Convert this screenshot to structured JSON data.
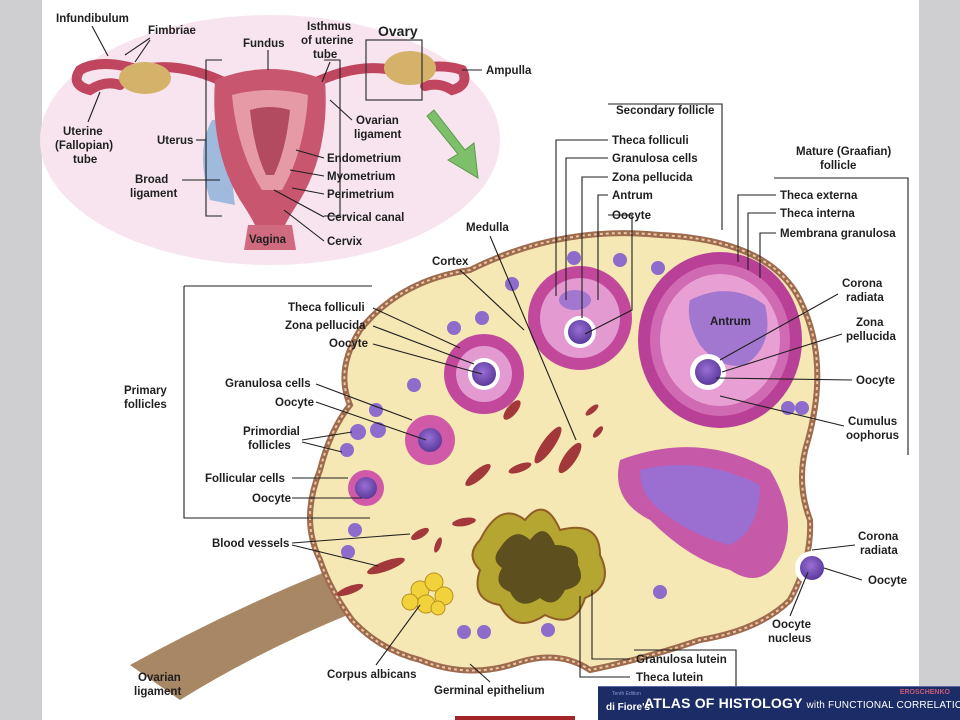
{
  "uterus_labels": {
    "infundibulum": "Infundibulum",
    "fimbriae": "Fimbriae",
    "fundus": "Fundus",
    "isthmus_line1": "Isthmus",
    "isthmus_line2": "of uterine",
    "isthmus_line3": "tube",
    "ovary": "Ovary",
    "ampulla": "Ampulla",
    "uterine_tube_line1": "Uterine",
    "uterine_tube_line2": "(Fallopian)",
    "uterine_tube_line3": "tube",
    "uterus": "Uterus",
    "broad_ligament_line1": "Broad",
    "broad_ligament_line2": "ligament",
    "ovarian_ligament_line1": "Ovarian",
    "ovarian_ligament_line2": "ligament",
    "endometrium": "Endometrium",
    "myometrium": "Myometrium",
    "perimetrium": "Perimetrium",
    "cervical_canal": "Cervical canal",
    "vagina": "Vagina",
    "cervix": "Cervix"
  },
  "ovary_labels": {
    "secondary_follicle": "Secondary follicle",
    "sec_theca_folliculi": "Theca folliculi",
    "sec_granulosa_cells": "Granulosa cells",
    "sec_zona_pellucida": "Zona pellucida",
    "sec_antrum": "Antrum",
    "sec_oocyte": "Oocyte",
    "mature_line1": "Mature (Graafian)",
    "mature_line2": "follicle",
    "theca_externa": "Theca externa",
    "theca_interna": "Theca interna",
    "membrana_granulosa": "Membrana granulosa",
    "corona_radiata_line1": "Corona",
    "corona_radiata_line2": "radiata",
    "antrum": "Antrum",
    "zona_pellucida_line1": "Zona",
    "zona_pellucida_line2": "pellucida",
    "mature_oocyte": "Oocyte",
    "cumulus_line1": "Cumulus",
    "cumulus_line2": "oophorus",
    "medulla": "Medulla",
    "cortex": "Cortex",
    "prim_theca_folliculi": "Theca folliculi",
    "prim_zona_pellucida": "Zona pellucida",
    "prim_oocyte": "Oocyte",
    "primary_follicles_line1": "Primary",
    "primary_follicles_line2": "follicles",
    "prim_granulosa_cells": "Granulosa cells",
    "prim_oocyte2": "Oocyte",
    "primordial_line1": "Primordial",
    "primordial_line2": "follicles",
    "follicular_cells": "Follicular cells",
    "primordial_oocyte": "Oocyte",
    "blood_vessels": "Blood vessels",
    "corona_radiata2_line1": "Corona",
    "corona_radiata2_line2": "radiata",
    "ovulated_oocyte": "Oocyte",
    "oocyte_nucleus_line1": "Oocyte",
    "oocyte_nucleus_line2": "nucleus",
    "granulosa_lutein": "Granulosa lutein",
    "theca_lutein": "Theca lutein",
    "ovarian_ligament_line1": "Ovarian",
    "ovarian_ligament_line2": "ligament",
    "corpus_albicans": "Corpus albicans",
    "germinal_epithelium": "Germinal epithelium"
  },
  "banner": {
    "prefix": "di Fiore's",
    "title": "ATLAS OF HISTOLOGY",
    "subtitle": "with FUNCTIONAL CORRELATIONS",
    "author": "EROSCHENKO",
    "edition": "Tenth Edition"
  },
  "colors": {
    "stroma": "#f6e8b4",
    "follicle_magenta": "#c2489c",
    "oocyte_violet": "#7d4fc0",
    "vessel_red": "#a3383a",
    "corpus_luteum_olive": "#b5a632",
    "corpus_albicans_yellow": "#f2d23a",
    "arrow_green": "#7ec06a",
    "banner_navy": "#1c2c66"
  }
}
